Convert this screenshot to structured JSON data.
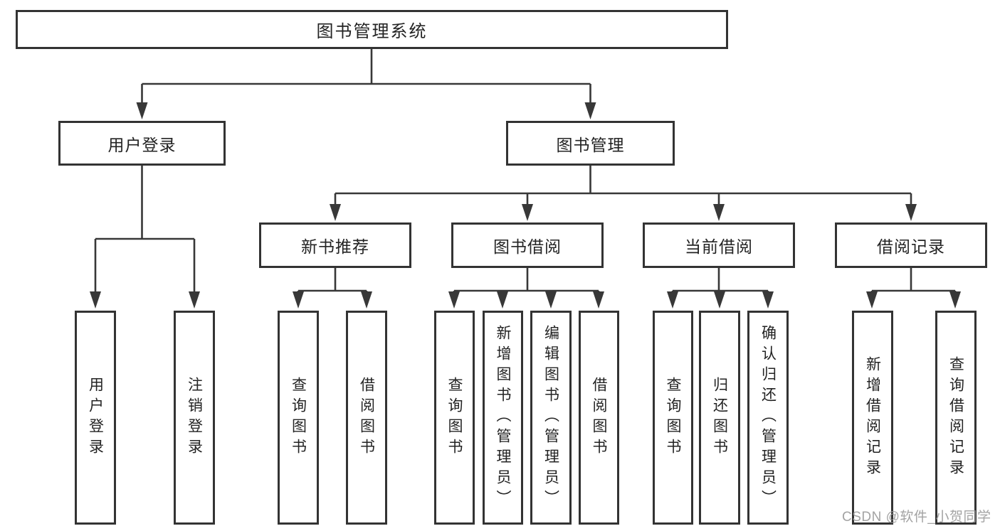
{
  "tree": {
    "label": "图书管理系统",
    "children": [
      {
        "label": "用户登录",
        "children": [
          {
            "label": "用户登录"
          },
          {
            "label": "注销登录"
          }
        ]
      },
      {
        "label": "图书管理",
        "children": [
          {
            "label": "新书推荐",
            "children": [
              {
                "label": "查询图书"
              },
              {
                "label": "借阅图书"
              }
            ]
          },
          {
            "label": "图书借阅",
            "children": [
              {
                "label": "查询图书"
              },
              {
                "label": "新增图书（管理员）"
              },
              {
                "label": "编辑图书（管理员）"
              },
              {
                "label": "借阅图书"
              }
            ]
          },
          {
            "label": "当前借阅",
            "children": [
              {
                "label": "查询图书"
              },
              {
                "label": "归还图书"
              },
              {
                "label": "确认归还（管理员）"
              }
            ]
          },
          {
            "label": "借阅记录",
            "children": [
              {
                "label": "新增借阅记录"
              },
              {
                "label": "查询借阅记录"
              }
            ]
          }
        ]
      }
    ]
  },
  "watermark": {
    "text": "CSDN @软件_小贺同学"
  },
  "colors": {
    "line": "#383838",
    "box_border": "#333333",
    "text": "#232323",
    "background": "#ffffff",
    "watermark": "#969696"
  }
}
